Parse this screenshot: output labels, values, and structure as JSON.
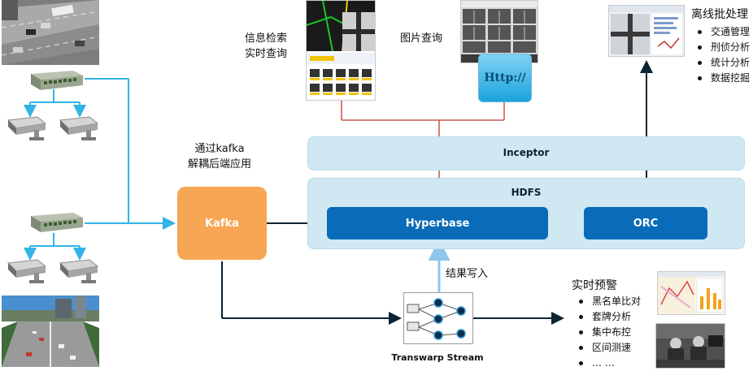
{
  "labels": {
    "info_search": "信息检索\n实时查询",
    "image_query": "图片查询",
    "offline_title": "离线批处理",
    "kafka_note": "通过kafka\n解耦后端应用",
    "result_write": "结果写入",
    "realtime_alert": "实时预警",
    "stream_caption": "Transwarp Stream"
  },
  "nodes": {
    "kafka": "Kafka",
    "inceptor": "Inceptor",
    "hdfs": "HDFS",
    "hyperbase": "Hyperbase",
    "orc": "ORC"
  },
  "offline_items": [
    "交通管理",
    "刑侦分析",
    "统计分析",
    "数据挖掘"
  ],
  "alert_items": [
    "黑名单比对",
    "套牌分析",
    "集中布控",
    "区间测速",
    "…  …"
  ],
  "icons": {
    "road_top": "highway-photo-icon",
    "server_top": "server-device-icon",
    "camera_top_left": "surveillance-camera-icon",
    "camera_top_right": "surveillance-camera-icon",
    "server_bottom": "server-device-icon",
    "camera_bottom_left": "surveillance-camera-icon",
    "camera_bottom_right": "surveillance-camera-icon",
    "road_bottom": "highway-photo-icon",
    "search_screens": "search-screenshot-icon",
    "image_screens": "image-grid-screenshot-icon",
    "http_icon": "http-web-icon",
    "offline_screen": "map-screenshot-icon",
    "stream_icon": "stream-topology-icon",
    "alert_screen": "map-chart-screenshot-icon",
    "control_room": "control-room-photo-icon"
  },
  "http_text": "Http://",
  "colors": {
    "connector_blue": "#32b4e6",
    "search_line_red": "#c0392b",
    "kafka_orange": "#f7a654",
    "node_blue": "#0a6cb8",
    "panel_light": "#cfe8f2",
    "arrow_dark": "#0b2433",
    "result_arrow_light": "#8fc6ec"
  }
}
